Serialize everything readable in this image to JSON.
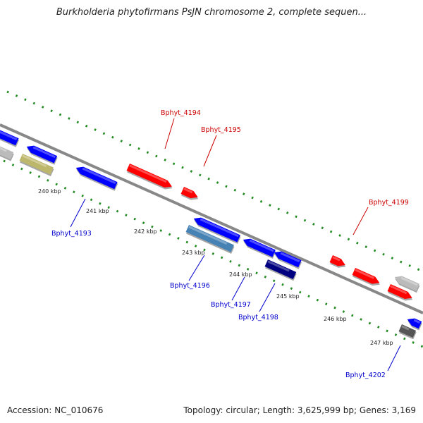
{
  "title": "Burkholderia phytofirmans PsJN chromosome 2, complete sequen...",
  "footer": {
    "accession": "Accession: NC_010676",
    "summary": "Topology: circular; Length: 3,625,999 bp; Genes: 3,169"
  },
  "ticks": [
    "240 kbp",
    "241 kbp",
    "242 kbp",
    "243 kbp",
    "244 kbp",
    "245 kbp",
    "246 kbp",
    "247 kbp"
  ],
  "genes": [
    {
      "label": "Bphyt_4193",
      "color": "#0000cc"
    },
    {
      "label": "Bphyt_4194",
      "color": "#cc0000"
    },
    {
      "label": "Bphyt_4195",
      "color": "#cc0000"
    },
    {
      "label": "Bphyt_4196",
      "color": "#0000cc"
    },
    {
      "label": "Bphyt_4197",
      "color": "#0000cc"
    },
    {
      "label": "Bphyt_4198",
      "color": "#0000cc"
    },
    {
      "label": "Bphyt_4199",
      "color": "#cc0000"
    },
    {
      "label": "Bphyt_4202",
      "color": "#0000cc"
    }
  ],
  "colors": {
    "backbone": "#888888",
    "forward_strand": "#ff0000",
    "reverse_strand": "#0000ff",
    "dark_reverse": "#000080",
    "steel_reverse": "#4682b4",
    "khaki": "#bdb76b",
    "gray_gene": "#bbbbbb",
    "dark_gray_gene": "#555555",
    "dots": "#228b22"
  }
}
